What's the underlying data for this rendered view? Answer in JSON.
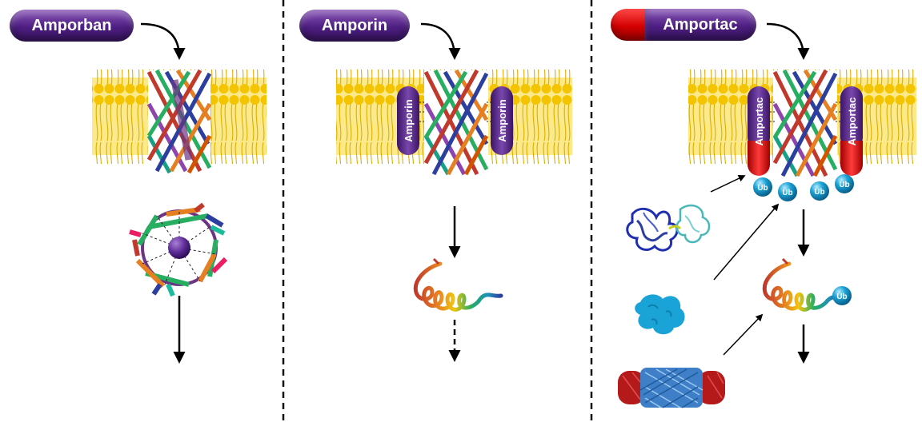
{
  "panels": [
    {
      "id": "amporban",
      "title": "Amporban"
    },
    {
      "id": "amporin",
      "title": "Amporin",
      "subunit_label": "Amporin"
    },
    {
      "id": "amportac",
      "title": "Amportac",
      "subunit_label": "Amportac",
      "tag_label": "Ub"
    }
  ],
  "colors": {
    "purple": "#4e1f82",
    "red": "#d40000",
    "membrane_head": "#f5c400",
    "membrane_band": "#fbe98a",
    "ubiquitin": "#1aa3d6",
    "proteasome_core": "#3f7fc7",
    "proteasome_cap": "#b51a1a"
  }
}
